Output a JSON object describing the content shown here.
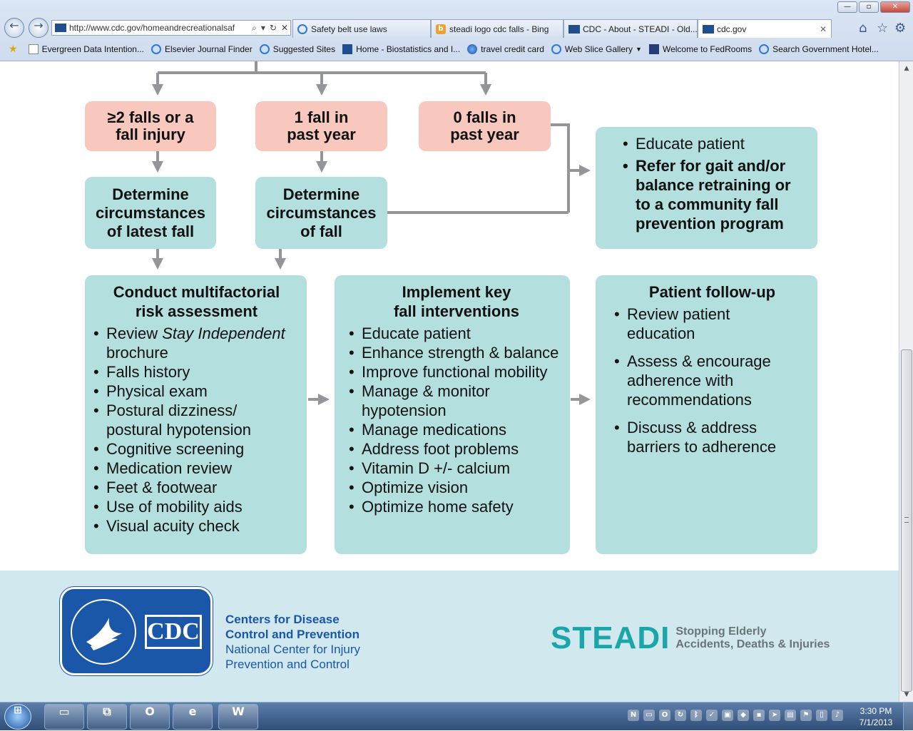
{
  "browser": {
    "address_url": "http://www.cdc.gov/homeandrecreationalsaf",
    "window_buttons": [
      "—",
      "▫",
      "✕"
    ],
    "tabs": [
      {
        "label": "Safety belt use laws",
        "icon": "ie-page-icon"
      },
      {
        "label": "steadi logo cdc falls - Bing",
        "icon": "bing-icon"
      },
      {
        "label": "CDC - About - STEADI - Old...",
        "icon": "cdc-icon"
      },
      {
        "label": "cdc.gov",
        "icon": "cdc-icon",
        "active": true
      }
    ],
    "favorites": [
      "Evergreen Data  Intention...",
      "Elsevier Journal Finder",
      "Suggested Sites",
      "Home - Biostatistics and I...",
      "travel credit card",
      "Web Slice Gallery",
      "Welcome to FedRooms",
      "Search Government Hotel..."
    ]
  },
  "flow": {
    "falls_2": "≥2 falls or a\nfall injury",
    "falls_1": "1 fall in\npast year",
    "falls_0": "0 falls in\npast year",
    "determine_latest": "Determine\ncircumstances\nof latest fall",
    "determine_fall": "Determine\ncircumstances\nof fall",
    "educate_box": {
      "items": [
        "Educate patient"
      ],
      "bold_items": [
        "Refer for gait and/or\nbalance retraining or\nto a community fall\nprevention program"
      ]
    },
    "assessment": {
      "title": "Conduct multifactorial\nrisk assessment",
      "first_prefix": "Review ",
      "first_italic": "Stay Independent",
      "first_suffix": "\nbrochure",
      "items": [
        "Falls history",
        "Physical exam",
        "Postural dizziness/\npostural hypotension",
        "Cognitive screening",
        "Medication review",
        "Feet & footwear",
        "Use of mobility aids",
        "Visual acuity check"
      ]
    },
    "interventions": {
      "title": "Implement key\nfall interventions",
      "items": [
        "Educate patient",
        "Enhance strength & balance",
        "Improve functional mobility",
        "Manage & monitor\nhypotension",
        "Manage medications",
        "Address foot problems",
        "Vitamin D +/- calcium",
        "Optimize vision",
        "Optimize home safety"
      ]
    },
    "followup": {
      "title": "Patient follow-up",
      "items": [
        "Review patient\neducation",
        "Assess & encourage\nadherence with\nrecommendations",
        "Discuss & address\nbarriers to adherence"
      ]
    }
  },
  "footer": {
    "cdc_logo_text": "CDC",
    "org_line1": "Centers for Disease",
    "org_line2": "Control and Prevention",
    "org_line3": "National Center for Injury",
    "org_line4": "Prevention and Control",
    "steadi_logo": "STEADI",
    "steadi_tag1": "Stopping Elderly",
    "steadi_tag2": "Accidents, Deaths & Injuries"
  },
  "taskbar": {
    "clock_time": "3:30 PM",
    "clock_date": "7/1/2013"
  },
  "colors": {
    "pink_box": "#f8c7be",
    "teal_box": "#b3dfdf",
    "arrow_gray": "#939598",
    "footer_bg": "#d0e8ee",
    "cdc_blue": "#1a57a8",
    "steadi_teal": "#1aa5a8"
  }
}
